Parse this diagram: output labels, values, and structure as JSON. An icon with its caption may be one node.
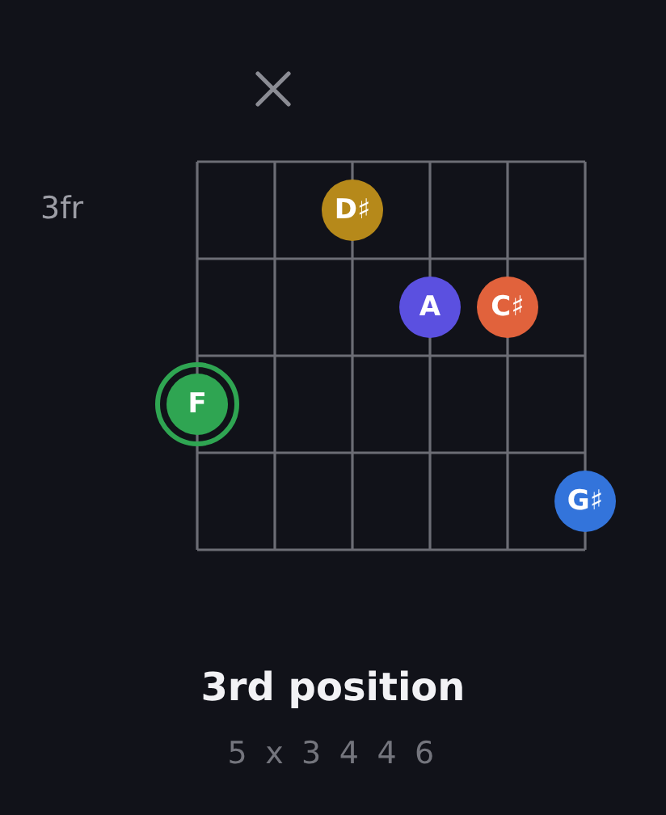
{
  "diagram": {
    "title": "3rd position",
    "caption": "5 x 3 4 4 6",
    "nodes": [
      {
        "text": [
          "D♯"
        ]
      },
      {
        "text": [
          "A"
        ]
      },
      {
        "text": [
          "C♯"
        ]
      },
      {
        "text": [
          "F"
        ]
      },
      {
        "text": [
          "G♯"
        ]
      }
    ],
    "labels": [
      "3fr"
    ]
  }
}
